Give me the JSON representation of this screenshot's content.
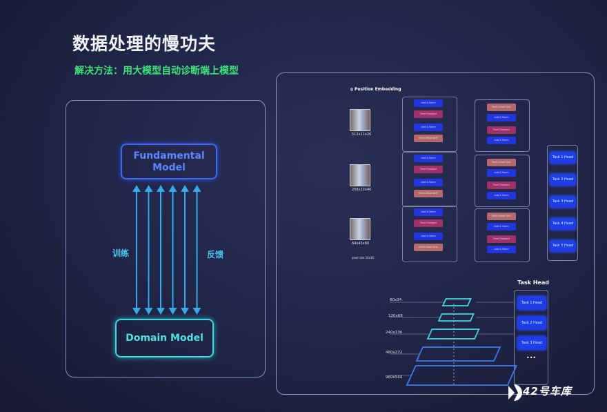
{
  "title": "数据处理的慢功夫",
  "subtitle": "解决方法：用大模型自动诊断端上模型",
  "left": {
    "fundamental": "Fundamental Model",
    "domain": "Domain Model",
    "train": "训练",
    "feedback": "反馈"
  },
  "right": {
    "position_embedding": "Position Embedding",
    "inputs": [
      "512x11x20",
      "256x22x40",
      "64x45x80"
    ],
    "input_note": "pixel size 16x16",
    "blocks": {
      "add_norm": "Add & Norm",
      "feed_forward": "Feed Forward",
      "mhsa": "Multi-Head Self-Attention"
    },
    "task_heads_top": [
      "Task 1 Head",
      "Task 2 Head",
      "Task 3 Head",
      "Task 4 Head",
      "Task 5 Head"
    ],
    "task_head_title": "Task Head",
    "pyramid": [
      "60x34",
      "120x68",
      "240x136",
      "480x272",
      "960x544"
    ],
    "task_heads_bottom": [
      "Task 1 Head",
      "Task 2 Head",
      "Task 3 Head"
    ],
    "more": "•••"
  },
  "watermark": "42号车库",
  "colors": {
    "title": "#f2f3f8",
    "subtitle": "#3ee27a",
    "fundamental": "#3d6cf0",
    "domain": "#3fd7e0",
    "arrow": "#3aa8e8"
  }
}
